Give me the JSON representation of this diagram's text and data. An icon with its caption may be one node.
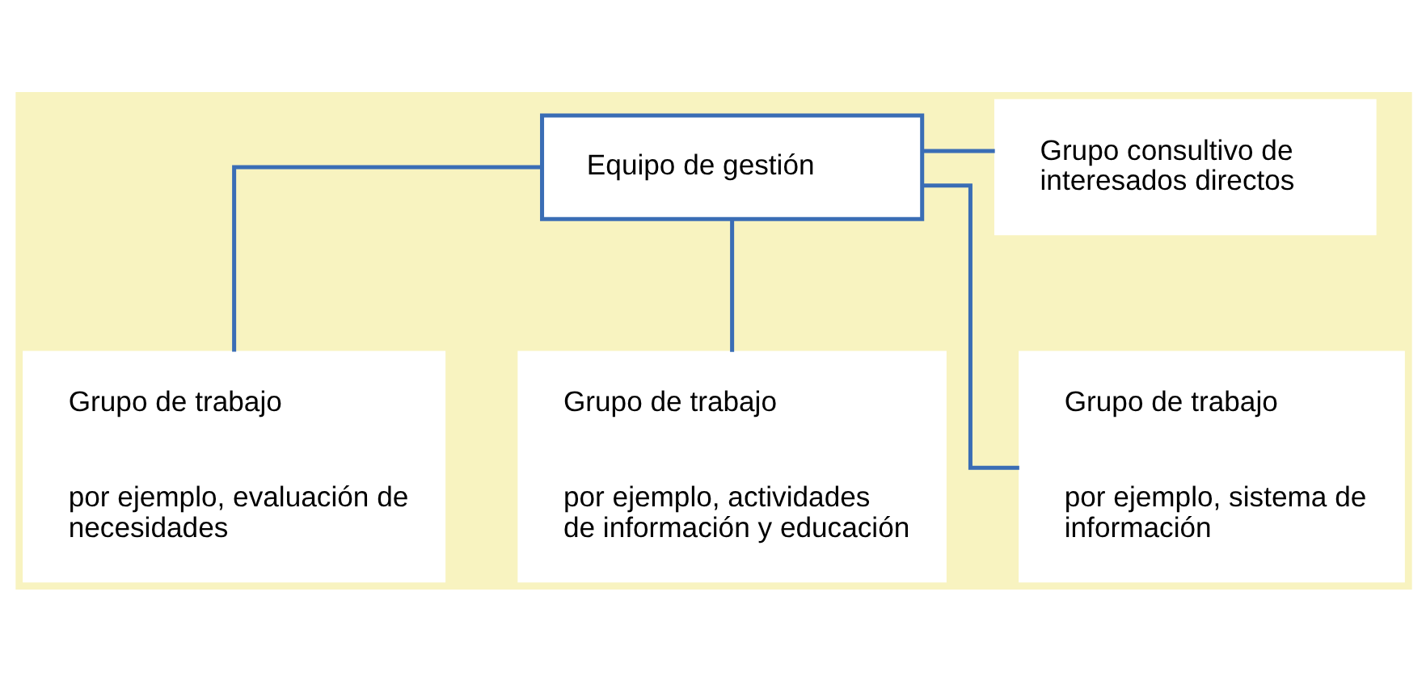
{
  "diagram": {
    "nodes": [
      {
        "text": [
          "Equipo de gestión"
        ]
      },
      {
        "text": [
          "Grupo consultivo de interesados directos"
        ]
      },
      {
        "text": [
          "Grupo de trabajo",
          "por ejemplo, evaluación de necesidades"
        ]
      },
      {
        "text": [
          "Grupo de trabajo",
          "por ejemplo, actividades de información y educación"
        ]
      },
      {
        "text": [
          "Grupo de trabajo",
          "por ejemplo, sistema de información"
        ]
      }
    ],
    "edges": [
      {
        "from": 0,
        "to": 1,
        "arrow": "none"
      },
      {
        "from": 0,
        "to": 2,
        "arrow": "none"
      },
      {
        "from": 0,
        "to": 3,
        "arrow": "none"
      },
      {
        "from": 0,
        "to": 4,
        "arrow": "none"
      }
    ]
  }
}
